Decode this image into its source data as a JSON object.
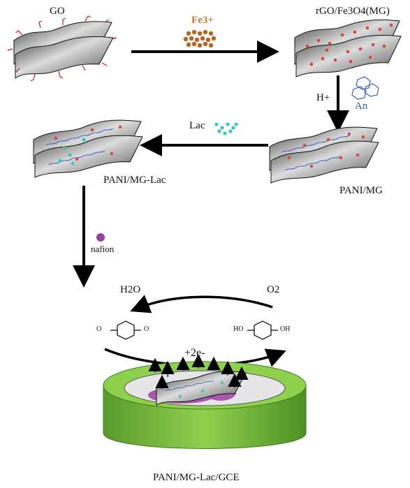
{
  "labels": {
    "go": "GO",
    "fe3": "Fe3+",
    "rgo_mg": "rGO/Fe3O4(MG)",
    "h_plus": "H+",
    "an": "An",
    "lac": "Lac",
    "pani_mg": "PANI/MG",
    "pani_mg_lac": "PANI/MG-Lac",
    "nafion": "nafion",
    "h2o": "H2O",
    "o2": "O2",
    "electrons": "+2e-",
    "electrode": "PANI/MG-Lac/GCE",
    "ho": "HO",
    "oh": "OH",
    "o_left": "O",
    "o_right": "O"
  },
  "colors": {
    "sheet_dark": "#444444",
    "sheet_light": "#d6d6d6",
    "fe_particle": "#b5651d",
    "mg_dot": "#cf4a3c",
    "pani_chain": "#4a66c0",
    "lac_dot": "#3cc4b4",
    "nafion": "#9b3fa0",
    "electrode_green": "#7dc242",
    "electrode_dark": "#4f8f25",
    "electron_arrow": "#3a6fc0"
  },
  "icons": [
    "go-sheet",
    "fe-particles",
    "mg-sheet",
    "aniline-rings",
    "lac-dots",
    "pani-mg-sheet",
    "pani-mg-lac-sheet",
    "nafion-dot",
    "benzoquinone",
    "hydroquinone",
    "glassy-carbon-electrode"
  ]
}
